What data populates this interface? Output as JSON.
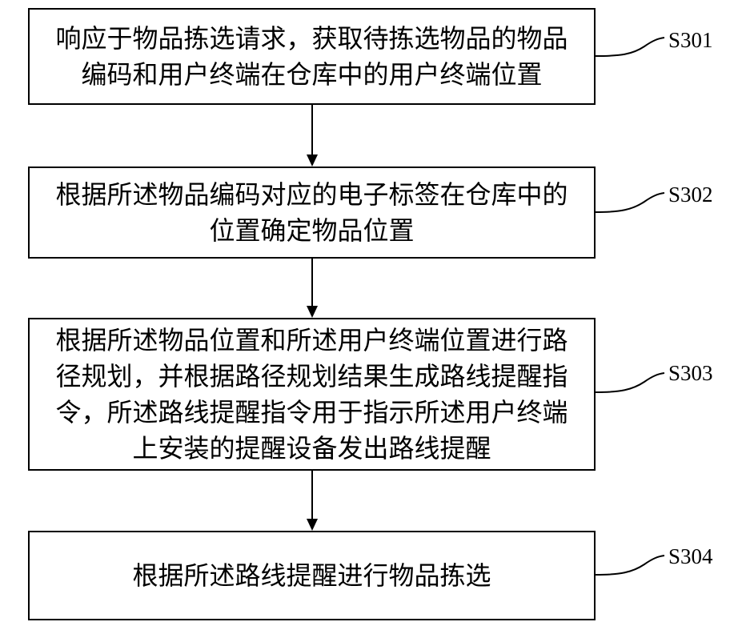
{
  "steps": [
    {
      "id": "S301",
      "text": "响应于物品拣选请求，获取待拣选物品的物品编码和用户终端在仓库中的用户终端位置"
    },
    {
      "id": "S302",
      "text": "根据所述物品编码对应的电子标签在仓库中的位置确定物品位置"
    },
    {
      "id": "S303",
      "text": "根据所述物品位置和所述用户终端位置进行路径规划，并根据路径规划结果生成路线提醒指令，所述路线提醒指令用于指示所述用户终端上安装的提醒设备发出路线提醒"
    },
    {
      "id": "S304",
      "text": "根据所述路线提醒进行物品拣选"
    }
  ]
}
